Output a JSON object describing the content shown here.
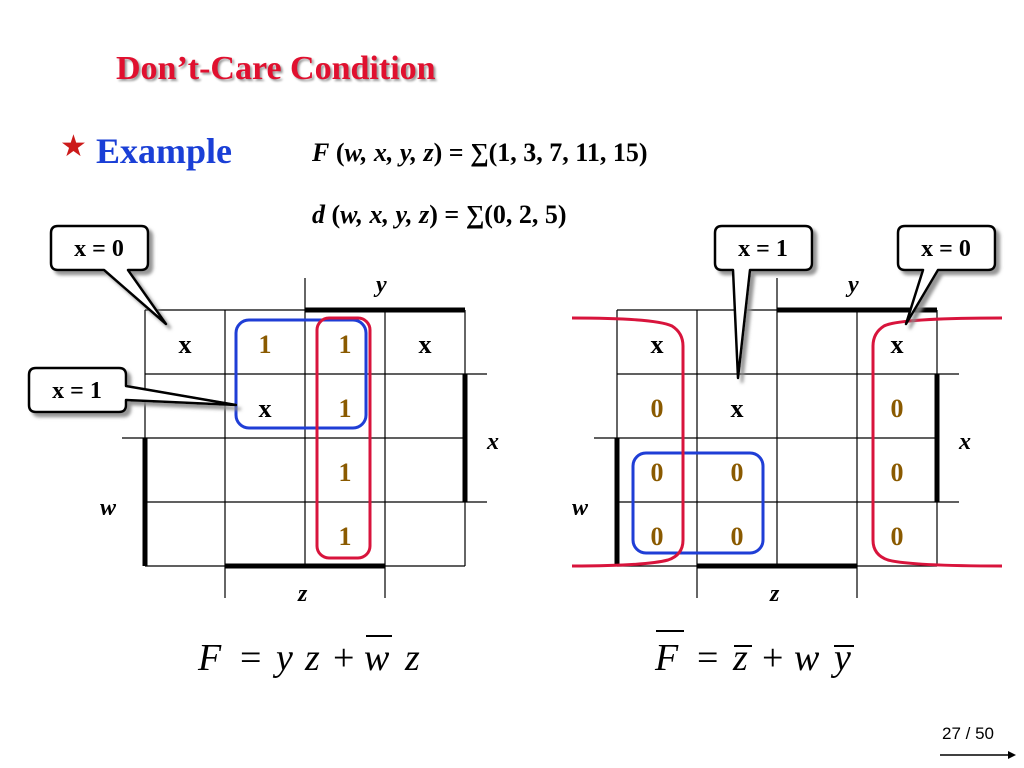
{
  "slide": {
    "title": "Don’t-Care Condition",
    "bullet_icon": "star-icon",
    "bullet_label": "Example",
    "function_eq": {
      "lhs_name": "F",
      "vars": "w, x, y, z",
      "rhs": " = ∑(1, 3, 7, 11, 15)"
    },
    "dontcare_eq": {
      "lhs_name": "d",
      "vars": "w, x, y, z",
      "rhs": " = ∑(0, 2, 5)"
    },
    "page_number": "27 / 50"
  },
  "left_map": {
    "var_y": "y",
    "var_x": "x",
    "var_w": "w",
    "var_z": "z",
    "cells": [
      [
        "x",
        "1",
        "1",
        "x"
      ],
      [
        "",
        "x",
        "1",
        ""
      ],
      [
        "",
        "",
        "1",
        ""
      ],
      [
        "",
        "",
        "1",
        ""
      ]
    ],
    "callout_top": "x = 0",
    "callout_side": "x = 1",
    "result": {
      "lhs": "F",
      "equals": "=",
      "term1_a": "y",
      "term1_b": "z",
      "plus": "+",
      "term2_a": "w",
      "term2_b": "z"
    }
  },
  "right_map": {
    "var_y": "y",
    "var_x": "x",
    "var_w": "w",
    "var_z": "z",
    "cells": [
      [
        "x",
        "",
        "",
        "x"
      ],
      [
        "0",
        "x",
        "",
        "0"
      ],
      [
        "0",
        "0",
        "",
        "0"
      ],
      [
        "0",
        "0",
        "",
        "0"
      ]
    ],
    "callout_middle": "x = 1",
    "callout_right": "x = 0",
    "result": {
      "lhs": "F",
      "equals": "=",
      "term1": "z",
      "plus": "+",
      "term2_a": "w",
      "term2_b": "y"
    }
  },
  "colors": {
    "title": "#e0102f",
    "example": "#1a3fd6",
    "ones": "#8a5a00",
    "blue_group": "#1f3ed6",
    "red_group": "#d8143c"
  }
}
